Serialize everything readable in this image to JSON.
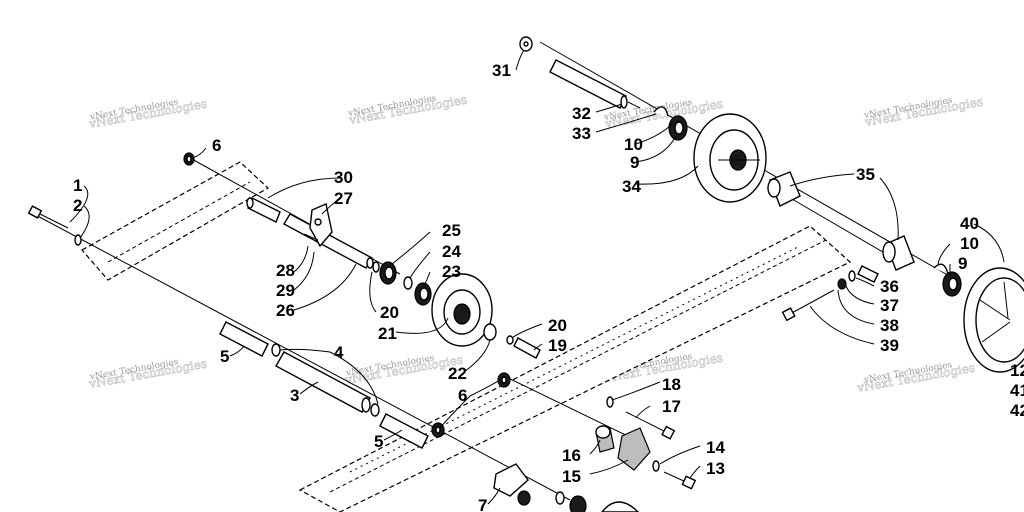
{
  "watermark": "vNext Technologies",
  "callouts": [
    "1",
    "2",
    "3",
    "4",
    "5",
    "5",
    "6",
    "6",
    "7",
    "9",
    "9",
    "10",
    "10",
    "12",
    "13",
    "14",
    "15",
    "16",
    "17",
    "18",
    "19",
    "20",
    "20",
    "21",
    "22",
    "23",
    "24",
    "25",
    "26",
    "27",
    "28",
    "29",
    "30",
    "31",
    "32",
    "33",
    "34",
    "35",
    "36",
    "37",
    "38",
    "39",
    "40",
    "41",
    "42"
  ]
}
